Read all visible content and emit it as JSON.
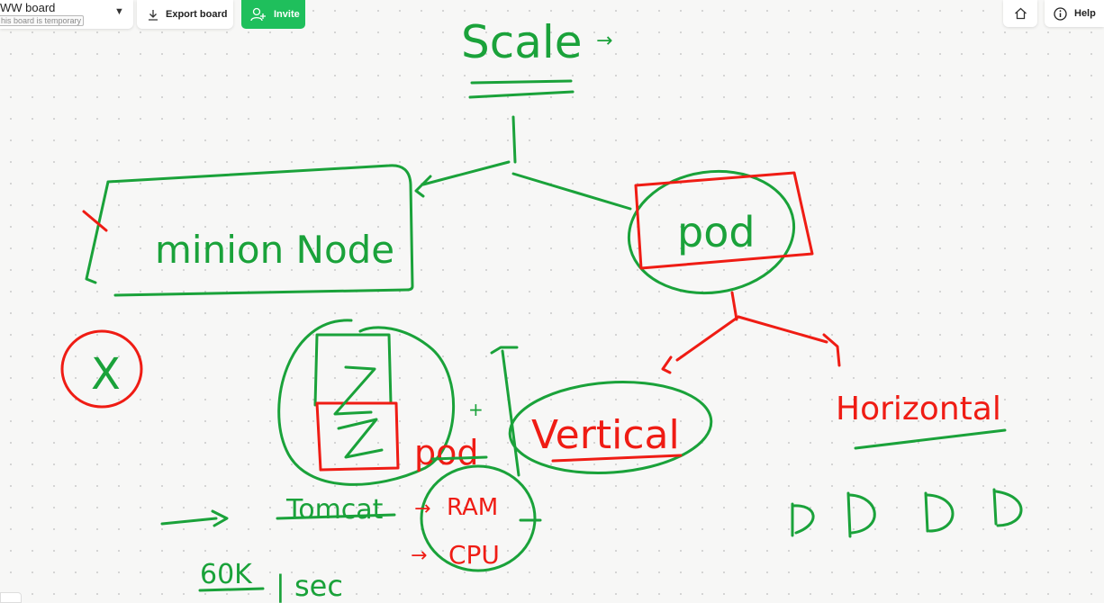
{
  "toolbar": {
    "board_name": "WW board",
    "board_badge": "his board is temporary",
    "export_label": "Export board",
    "invite_label": "Invite",
    "help_label": "Help"
  },
  "icons": {
    "caret": "chevron-down-icon",
    "export": "download-icon",
    "invite": "add-user-icon",
    "home": "home-icon",
    "help": "info-icon"
  },
  "colors": {
    "accent": "#1fbf5c",
    "ink_green": "#1aa23a",
    "ink_red": "#ef1c14",
    "canvas": "#f7f7f6"
  },
  "canvas": {
    "scale_title": "Scale",
    "scale_arrow": "→",
    "minion_node": "minion Node",
    "pod_top": "pod",
    "x_mark": "X",
    "vertical": "Vertical",
    "horizontal": "Horizontal",
    "pod_label": "pod",
    "pod_plus": "+",
    "tomcat": "Tomcat",
    "ram": "RAM",
    "cpu": "CPU",
    "arrow_ram": "→",
    "arrow_cpu": "→",
    "arrow_left": "→",
    "rate": "60K",
    "rate_unit": "| sec"
  }
}
